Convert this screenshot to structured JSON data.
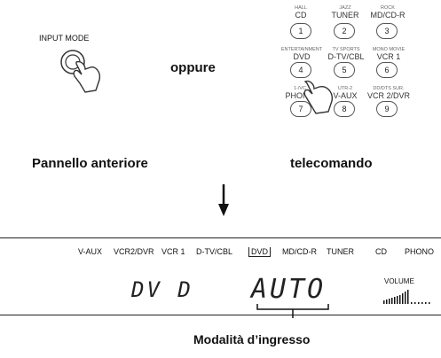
{
  "front_panel": {
    "button_label": "INPUT MODE",
    "caption": "Pannello anteriore"
  },
  "or_text": "oppure",
  "remote": {
    "caption": "telecomando",
    "buttons": [
      {
        "num": "1",
        "small": "HALL",
        "main": "CD"
      },
      {
        "num": "2",
        "small": "JAZZ",
        "main": "TUNER"
      },
      {
        "num": "3",
        "small": "ROCK",
        "main": "MD/CD-R"
      },
      {
        "num": "4",
        "small": "ENTERTAINMENT",
        "main": "DVD"
      },
      {
        "num": "5",
        "small": "TV SPORTS",
        "main": "D-TV/CBL"
      },
      {
        "num": "6",
        "small": "MONO MOVIE",
        "main": "VCR 1"
      },
      {
        "num": "7",
        "small": "1-/VC",
        "main": "PHONO"
      },
      {
        "num": "8",
        "small": "UTR-2",
        "main": "V-AUX"
      },
      {
        "num": "9",
        "small": "DD/DTS SUR.",
        "main": "VCR 2/DVR"
      }
    ]
  },
  "display": {
    "inputs": [
      "V-AUX",
      "VCR2/DVR",
      "VCR 1",
      "D-TV/CBL",
      "DVD",
      "MD/CD-R",
      "TUNER",
      "CD",
      "PHONO"
    ],
    "selected_input": "DVD",
    "left_text": "DV D",
    "right_text": "AUTO",
    "volume_label": "VOLUME"
  },
  "bottom_caption": "Modalità d’ingresso"
}
